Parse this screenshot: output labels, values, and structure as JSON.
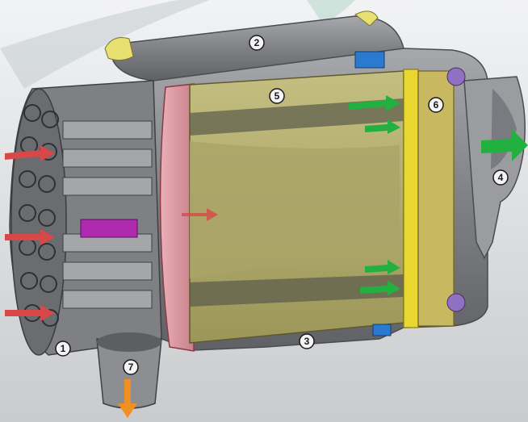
{
  "callouts": [
    {
      "id": "c1",
      "label": "1"
    },
    {
      "id": "c2",
      "label": "2"
    },
    {
      "id": "c3",
      "label": "3"
    },
    {
      "id": "c4",
      "label": "4"
    },
    {
      "id": "c5",
      "label": "5"
    },
    {
      "id": "c6",
      "label": "6"
    },
    {
      "id": "c7",
      "label": "7"
    }
  ],
  "colors": {
    "background": "#d8dadc",
    "housing": "#8a8c8f",
    "housing_dark": "#5e6064",
    "filter_element": "#b8b270",
    "intake_flange": "#e0a0a8",
    "outlet_seal": "#e8d830",
    "intake_arrow": "#d84848",
    "outlet_arrow": "#22b040",
    "drain_arrow": "#f09020",
    "service_indicator": "#b02ab0",
    "clip_blue": "#2a7ad0",
    "clip_purple": "#9070c0"
  },
  "icons": {
    "intake_arrow": "arrow-right-icon",
    "outlet_arrow": "arrow-right-icon",
    "drain_arrow": "arrow-down-icon"
  }
}
